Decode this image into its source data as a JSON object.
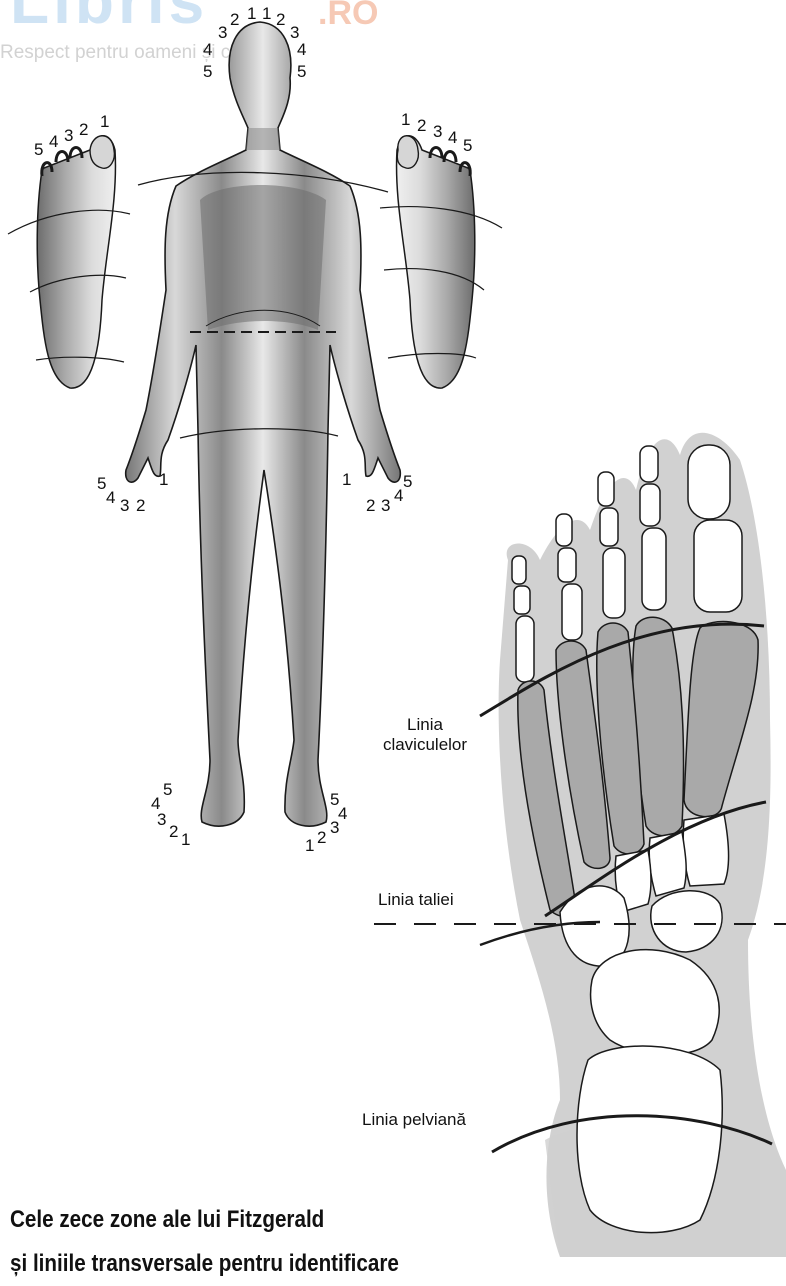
{
  "watermark": {
    "logo_text": "Libris",
    "domain_suffix": ".RO",
    "tagline": "Respect pentru oameni și cărți"
  },
  "zone_numbers": {
    "head_top": [
      "3",
      "2",
      "1",
      "1",
      "2",
      "3"
    ],
    "head_left": [
      "4",
      "5"
    ],
    "head_right": [
      "4",
      "5"
    ],
    "left_foot": [
      "5",
      "4",
      "3",
      "2",
      "1"
    ],
    "right_foot": [
      "1",
      "2",
      "3",
      "4",
      "5"
    ],
    "left_hand": [
      "5",
      "4",
      "3",
      "2",
      "1"
    ],
    "right_hand": [
      "1",
      "2",
      "3",
      "4",
      "5"
    ],
    "left_body_foot": [
      "5",
      "4",
      "3",
      "2",
      "1"
    ],
    "right_body_foot": [
      "5",
      "4",
      "3",
      "2",
      "1"
    ]
  },
  "foot_skeleton": {
    "labels": {
      "clavicle_line": [
        "Linia",
        "claviculelor"
      ],
      "waist_line": "Linia taliei",
      "pelvic_line": "Linia pelviană"
    }
  },
  "caption": {
    "line1": "Cele zece zone ale lui Fitzgerald",
    "line2": "și liniile transversale pentru identificare"
  },
  "colors": {
    "shade": "#9a9a9a",
    "light_shade": "#cdcdcd",
    "line": "#1a1a1a"
  }
}
